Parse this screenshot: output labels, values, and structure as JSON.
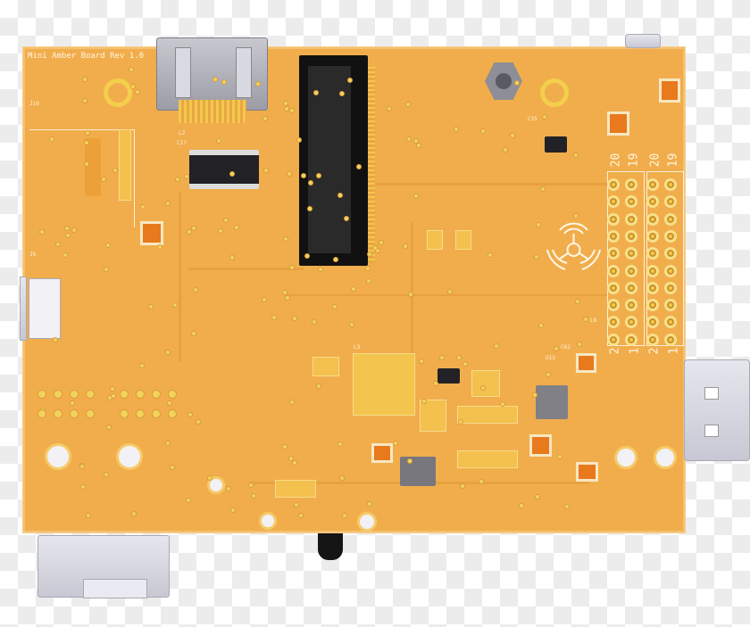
{
  "board": {
    "title": "Mini Amber Board Rev 1.0",
    "color": "#f1ad4c",
    "silkscreen_labels": [
      "J10",
      "J5",
      "L2",
      "C17",
      "L3",
      "C62",
      "L6",
      "U13",
      "C35"
    ]
  },
  "headers": [
    {
      "top_left": "20",
      "top_right": "19",
      "bottom_left": "2",
      "bottom_right": "1"
    },
    {
      "top_left": "20",
      "top_right": "19",
      "bottom_left": "2",
      "bottom_right": "1"
    }
  ],
  "icons": [
    "hdmi-connector-icon",
    "fpc-connector-icon",
    "usb-connector-icon",
    "radiation-logo-icon",
    "hex-nut-icon"
  ]
}
